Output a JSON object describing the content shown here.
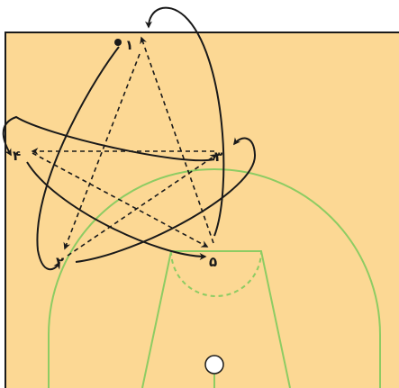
{
  "diagram": {
    "court_color": "#fcd894",
    "border_color": "#1a1a1a",
    "court_line_color": "#8dcc63",
    "ink_color": "#1a1a1a",
    "labels": {
      "p1": "١",
      "p2": "٢",
      "p3": "٣",
      "p4": "۴",
      "p5": "۵"
    }
  }
}
